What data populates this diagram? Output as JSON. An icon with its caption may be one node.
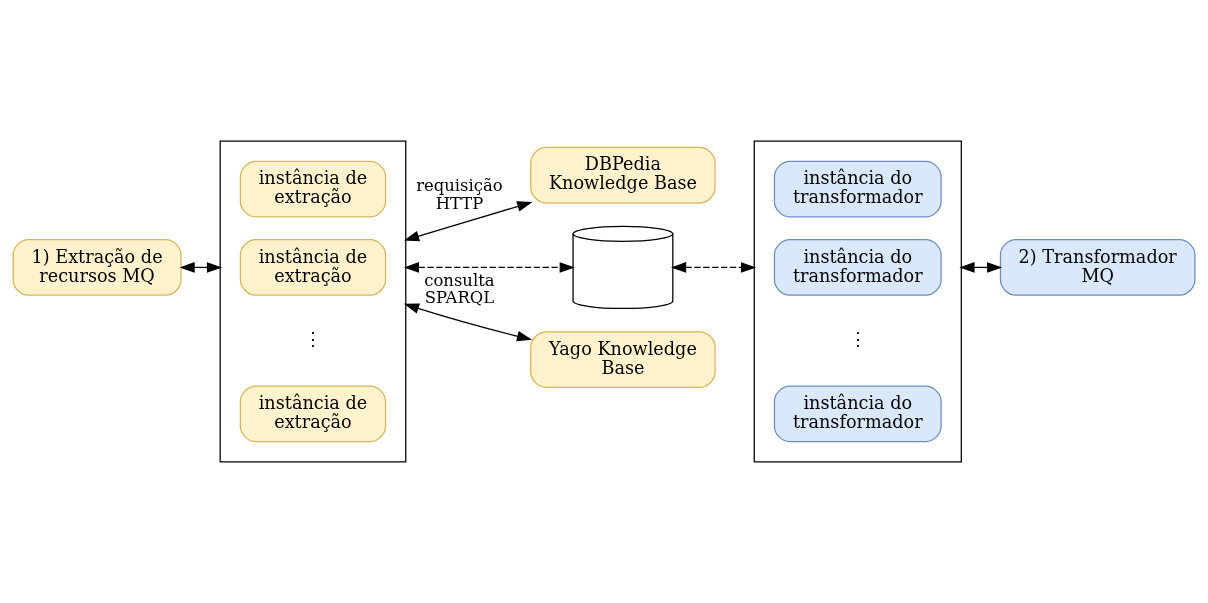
{
  "diagram": {
    "nodes": [
      {
        "text": [
          "DBPedia Knowledge Base"
        ]
      },
      {
        "text": [
          "1) Extração de recursos MQ"
        ]
      },
      {
        "text": [],
        "shape": "box"
      },
      {
        "text": [
          "instância de extração"
        ],
        "in": 2
      },
      {
        "text": [
          "instância de extração"
        ],
        "in": 2
      },
      {
        "text": [
          "instância de extração"
        ],
        "in": 2
      },
      {
        "text": [],
        "shape": "cylinder"
      },
      {
        "text": [],
        "shape": "box"
      },
      {
        "text": [
          "instância do transformador"
        ],
        "in": 7
      },
      {
        "text": [
          "instância do transformador"
        ],
        "in": 7
      },
      {
        "text": [
          "instância do transformador"
        ],
        "in": 7
      },
      {
        "text": [
          "2) Transformador MQ"
        ]
      },
      {
        "text": [
          "Yago Knowledge Base"
        ]
      }
    ],
    "edges": [
      {
        "from": 2,
        "to": 0,
        "arrow": "both",
        "label": "requisição HTTP"
      },
      {
        "from": 1,
        "to": 2,
        "arrow": "both"
      },
      {
        "from": 2,
        "to": 6,
        "arrow": "both",
        "style": "dashed"
      },
      {
        "from": 6,
        "to": 7,
        "arrow": "both",
        "style": "dashed"
      },
      {
        "from": 7,
        "to": 11,
        "arrow": "both"
      },
      {
        "from": 2,
        "to": 12,
        "arrow": "both",
        "label": "consulta SPARQL"
      }
    ],
    "labels": [
      "⋮",
      "⋮"
    ]
  }
}
